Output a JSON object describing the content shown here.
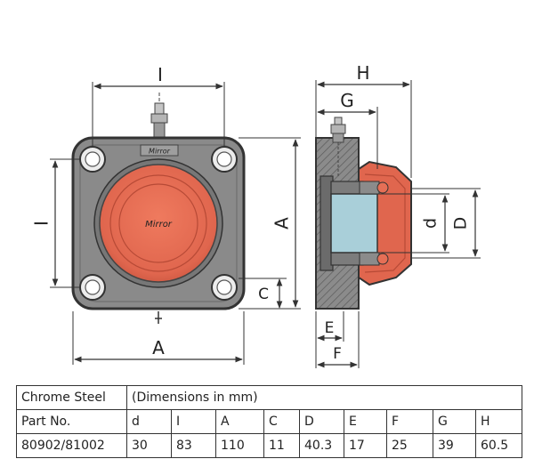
{
  "drawing": {
    "front_view": {
      "dims": {
        "top": "I",
        "left": "I",
        "right": "A",
        "bottom": "A",
        "hole_offset": "C"
      },
      "brand": "Mirror"
    },
    "side_view": {
      "dims": {
        "H": "H",
        "G": "G",
        "d": "d",
        "D": "D",
        "E": "E",
        "F": "F"
      }
    },
    "colors": {
      "housing": "#8a8a8a",
      "housing_dark": "#3a3a3a",
      "bearing": "#e0664e",
      "bearing_edge": "#b74a36",
      "bore": "#a9cfd9",
      "dimension_line": "#333333"
    }
  },
  "table": {
    "material": "Chrome Steel",
    "units_note": "(Dimensions in mm)",
    "headers": [
      "Part No.",
      "d",
      "I",
      "A",
      "C",
      "D",
      "E",
      "F",
      "G",
      "H"
    ],
    "rows": [
      [
        "80902/81002",
        "30",
        "83",
        "110",
        "11",
        "40.3",
        "17",
        "25",
        "39",
        "60.5"
      ]
    ]
  }
}
